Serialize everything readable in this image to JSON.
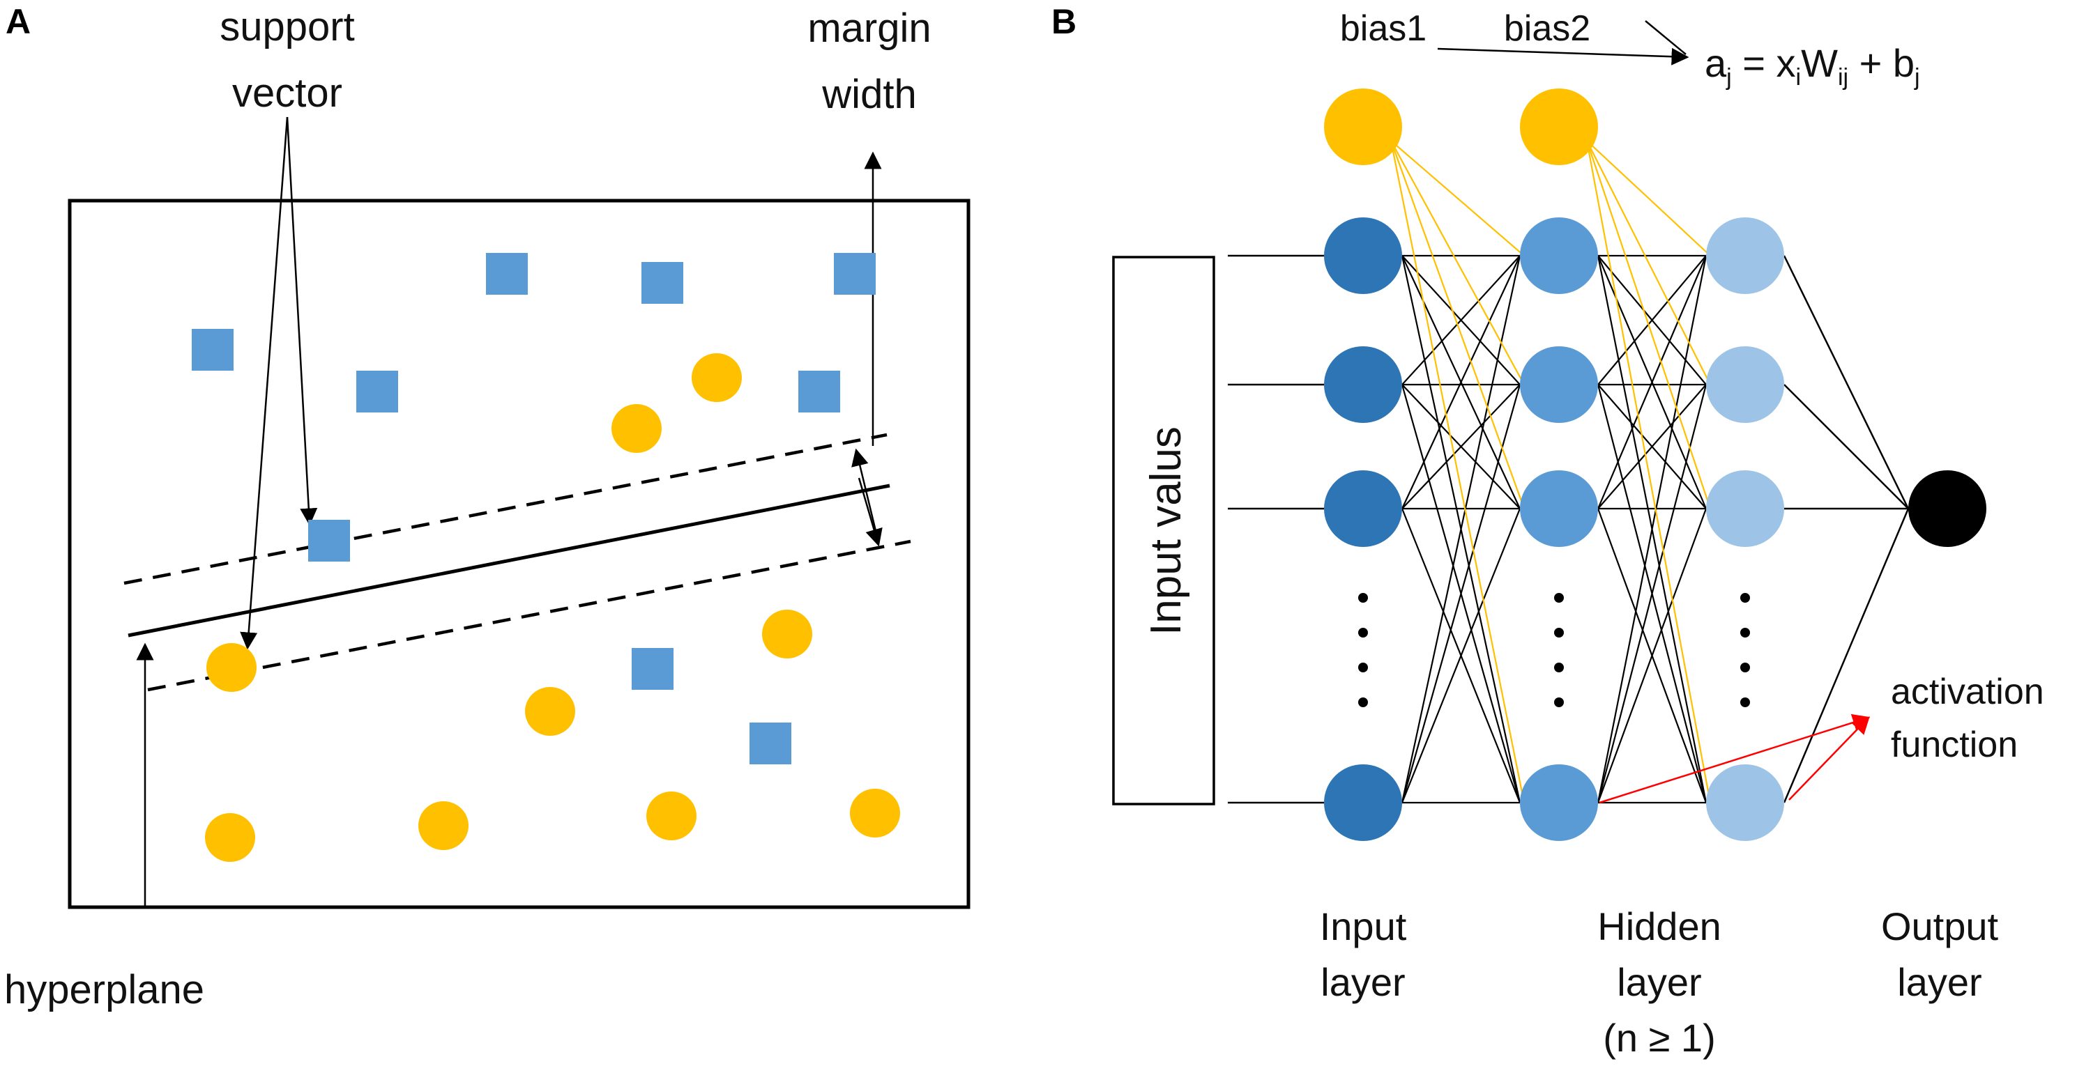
{
  "colors": {
    "square": "#5b9bd5",
    "circle": "#ffc000",
    "input_node": "#2e75b6",
    "hidden_node": "#5b9bd5",
    "hidden2_node": "#9dc3e6",
    "output_node": "#000000",
    "bias_node": "#ffc000",
    "bias_line": "#ffc000",
    "activation_arrow": "#ff0000",
    "line": "#000000"
  },
  "panel_a": {
    "letter": "A",
    "labels": {
      "support_vector_1": "support",
      "support_vector_2": "vector",
      "margin_width_1": "margin",
      "margin_width_2": "width",
      "hyperplane": "hyperplane"
    }
  },
  "panel_b": {
    "letter": "B",
    "labels": {
      "bias1": "bias1",
      "bias2": "bias2",
      "equation": {
        "a": "a",
        "j1": "j",
        "eq": " = x",
        "i": "i",
        "W": "W",
        "ij": "ij",
        "plus": " + b",
        "j2": "j"
      },
      "input_value": "Input valus",
      "input_layer_1": "Input",
      "input_layer_2": "layer",
      "hidden_layer_1": "Hidden",
      "hidden_layer_2": "layer",
      "hidden_layer_3": "(n ≥ 1)",
      "output_layer_1": "Output",
      "output_layer_2": "layer",
      "activation_1": "activation",
      "activation_2": "function"
    }
  }
}
